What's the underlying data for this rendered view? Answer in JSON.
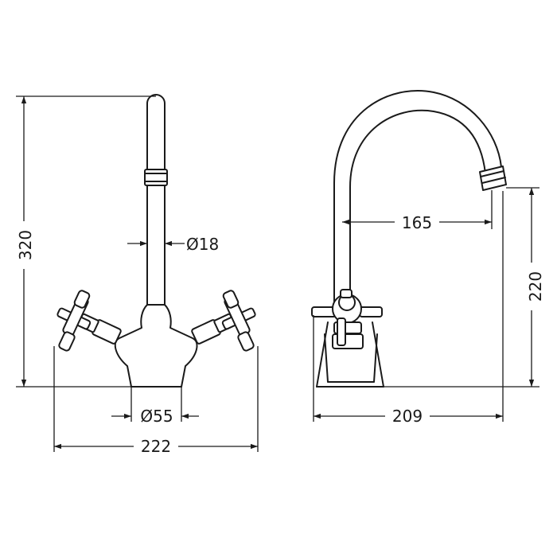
{
  "dimensions": {
    "front_height": "320",
    "spout_diameter": "Ø18",
    "base_diameter": "Ø55",
    "overall_width": "222",
    "spout_reach": "165",
    "spout_height": "220",
    "side_depth": "209"
  }
}
